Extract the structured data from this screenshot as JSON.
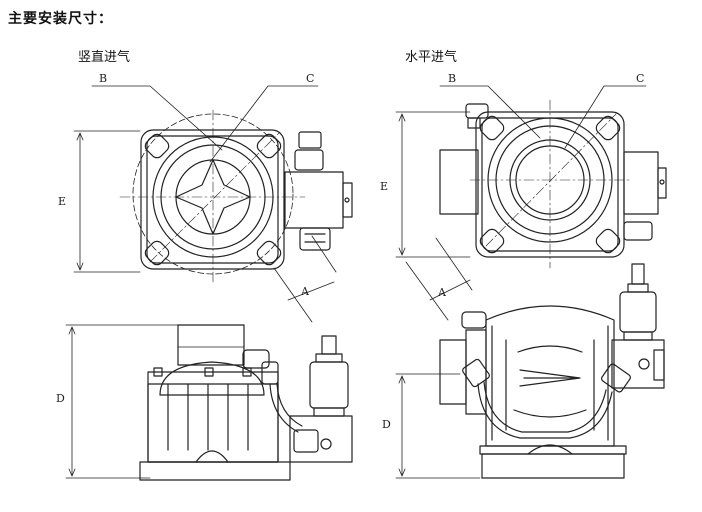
{
  "title": "主要安装尺寸：",
  "views": {
    "left": {
      "title": "竖直进气"
    },
    "right": {
      "title": "水平进气"
    }
  },
  "labels": {
    "b": "B",
    "c": "C",
    "e": "E",
    "a": "A",
    "d": "D"
  }
}
